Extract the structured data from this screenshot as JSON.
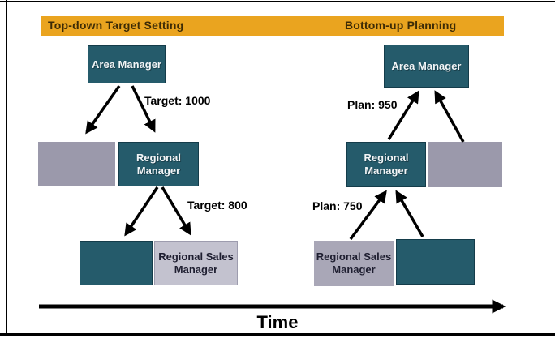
{
  "header": {
    "left_title": "Top-down Target Setting",
    "right_title": "Bottom-up Planning",
    "bar_color": "#EAA41F",
    "title_color": "#3D2B06"
  },
  "top_down": {
    "nodes": {
      "area_manager": "Area Manager",
      "regional_manager": "Regional Manager",
      "regional_sales_manager": "Regional Sales Manager"
    },
    "labels": {
      "area_to_regional": "Target: 1000",
      "regional_to_sales": "Target: 800"
    }
  },
  "bottom_up": {
    "nodes": {
      "area_manager": "Area Manager",
      "regional_manager": "Regional Manager",
      "regional_sales_manager": "Regional Sales Manager"
    },
    "labels": {
      "regional_to_area": "Plan: 950",
      "sales_to_regional": "Plan: 750"
    }
  },
  "time_axis": {
    "label": "Time"
  },
  "colors": {
    "highlighted_box": "#255B6B",
    "peer_box_medium": "#9B99AB",
    "peer_box_medium_dark_text": "#A9A7B7",
    "peer_box_light": "#C3C2CF",
    "header_bar": "#EAA41F",
    "header_text": "#3D2B06",
    "box_text_light": "#F2F5F7",
    "box_text_dark": "#1E1E30",
    "arrow": "#000000"
  }
}
